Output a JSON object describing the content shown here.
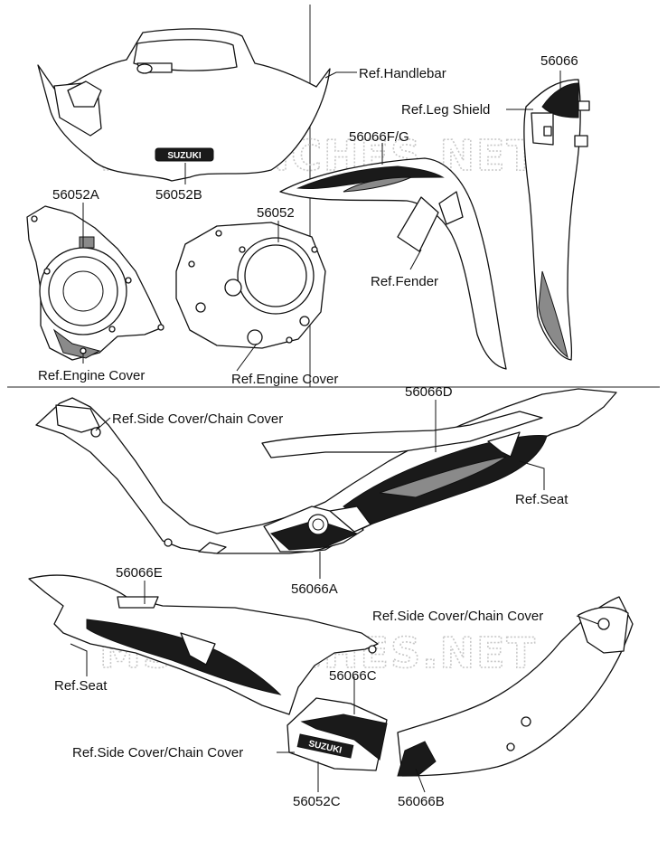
{
  "watermark": "MSPOFICHES.NET",
  "logo_text": "SUZUKI",
  "labels": {
    "ref_handlebar": "Ref.Handlebar",
    "p56066_top": "56066",
    "ref_leg_shield": "Ref.Leg Shield",
    "p56066fg": "56066F/G",
    "p56052b": "56052B",
    "p56052a": "56052A",
    "p56052": "56052",
    "ref_fender": "Ref.Fender",
    "ref_engine_cover_left": "Ref.Engine Cover",
    "ref_engine_cover_right": "Ref.Engine Cover",
    "p56066d": "56066D",
    "ref_side_cover_chain_cover_1": "Ref.Side Cover/Chain Cover",
    "ref_seat_1": "Ref.Seat",
    "p56066a": "56066A",
    "p56066e": "56066E",
    "ref_side_cover_chain_cover_2": "Ref.Side Cover/Chain Cover",
    "ref_seat_2": "Ref.Seat",
    "p56066c": "56066C",
    "ref_side_cover_chain_cover_3": "Ref.Side Cover/Chain Cover",
    "p56052c": "56052C",
    "p56066b": "56066B"
  }
}
